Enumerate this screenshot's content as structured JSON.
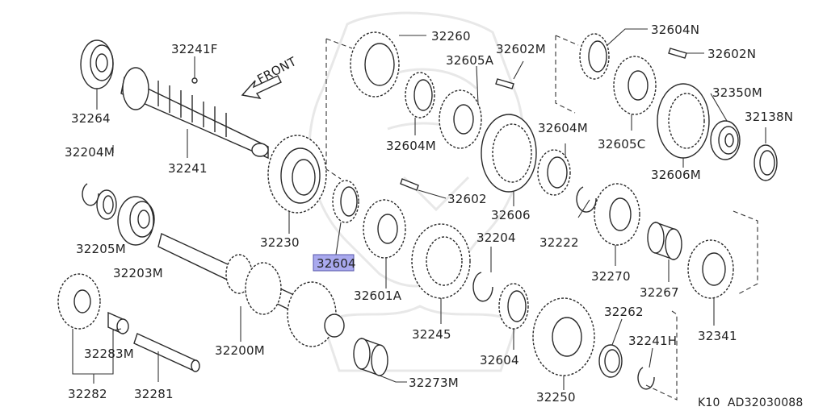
{
  "diagram": {
    "front_label": "FRONT",
    "highlight_color": "#a9a9ee",
    "highlighted_part": "32604",
    "footer_code": "K10  AD32030088",
    "parts": [
      {
        "id": "p-32264",
        "label": "32264"
      },
      {
        "id": "p-32241F",
        "label": "32241F"
      },
      {
        "id": "p-32241",
        "label": "32241"
      },
      {
        "id": "p-32204M",
        "label": "32204M"
      },
      {
        "id": "p-32205M",
        "label": "32205M"
      },
      {
        "id": "p-32203M",
        "label": "32203M"
      },
      {
        "id": "p-32230",
        "label": "32230"
      },
      {
        "id": "p-32604-main",
        "label": "32604"
      },
      {
        "id": "p-32260",
        "label": "32260"
      },
      {
        "id": "p-32604M-a",
        "label": "32604M"
      },
      {
        "id": "p-32605A",
        "label": "32605A"
      },
      {
        "id": "p-32602M",
        "label": "32602M"
      },
      {
        "id": "p-32602",
        "label": "32602"
      },
      {
        "id": "p-32601A",
        "label": "32601A"
      },
      {
        "id": "p-32606",
        "label": "32606"
      },
      {
        "id": "p-32604M-b",
        "label": "32604M"
      },
      {
        "id": "p-32604N",
        "label": "32604N"
      },
      {
        "id": "p-32602N",
        "label": "32602N"
      },
      {
        "id": "p-32350M",
        "label": "32350M"
      },
      {
        "id": "p-32605C",
        "label": "32605C"
      },
      {
        "id": "p-32606M",
        "label": "32606M"
      },
      {
        "id": "p-32138N",
        "label": "32138N"
      },
      {
        "id": "p-32222",
        "label": "32222"
      },
      {
        "id": "p-32204",
        "label": "32204"
      },
      {
        "id": "p-32270",
        "label": "32270"
      },
      {
        "id": "p-32267",
        "label": "32267"
      },
      {
        "id": "p-32341",
        "label": "32341"
      },
      {
        "id": "p-32245",
        "label": "32245"
      },
      {
        "id": "p-32604-b",
        "label": "32604"
      },
      {
        "id": "p-32262",
        "label": "32262"
      },
      {
        "id": "p-32241H",
        "label": "32241H"
      },
      {
        "id": "p-32250",
        "label": "32250"
      },
      {
        "id": "p-32273M",
        "label": "32273M"
      },
      {
        "id": "p-32200M",
        "label": "32200M"
      },
      {
        "id": "p-32282",
        "label": "32282"
      },
      {
        "id": "p-32283M",
        "label": "32283M"
      },
      {
        "id": "p-32281",
        "label": "32281"
      }
    ]
  }
}
